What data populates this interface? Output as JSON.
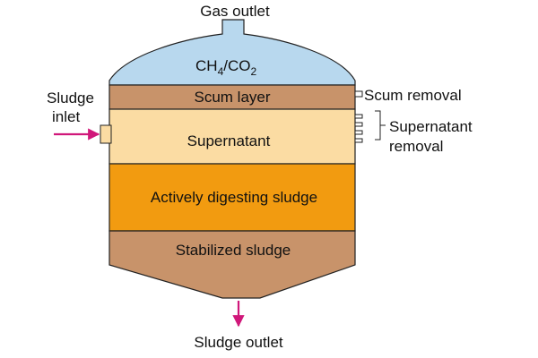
{
  "labels": {
    "gas_outlet": "Gas outlet",
    "gas_main": "CH",
    "gas_sub1": "4",
    "gas_mid": "/CO",
    "gas_sub2": "2",
    "scum_layer": "Scum layer",
    "supernatant": "Supernatant",
    "active": "Actively digesting sludge",
    "stabilized": "Stabilized sludge",
    "inlet_line1": "Sludge",
    "inlet_line2": "inlet",
    "scum_removal": "Scum removal",
    "supernatant_removal_line1": "Supernatant",
    "supernatant_removal_line2": "removal",
    "sludge_outlet": "Sludge outlet"
  },
  "colors": {
    "gas": "#b8d8ee",
    "scum": "#c8936a",
    "supernatant": "#fbdca3",
    "active": "#f29b10",
    "stabilized": "#c8936a",
    "outline": "#222222",
    "arrow": "#d0177a"
  }
}
